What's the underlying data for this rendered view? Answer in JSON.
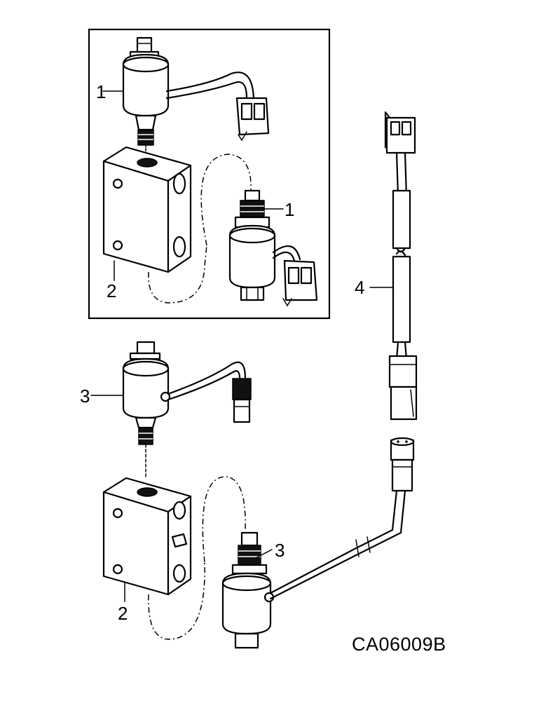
{
  "diagram": {
    "drawing_code": "CA06009B",
    "callouts": {
      "c1a": "1",
      "c1b": "1",
      "c2a": "2",
      "c2b": "2",
      "c3a": "3",
      "c3b": "3",
      "c4": "4"
    }
  }
}
